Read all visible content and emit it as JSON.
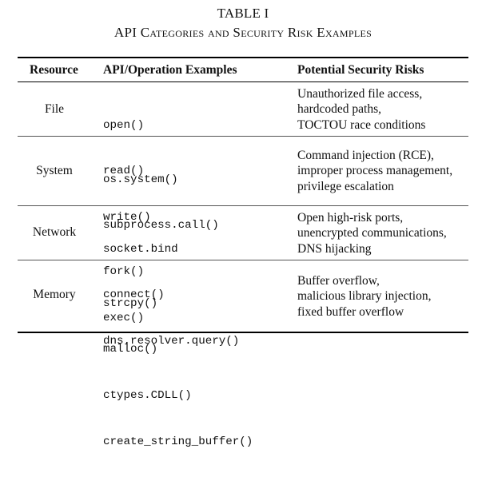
{
  "table": {
    "number": "TABLE I",
    "title": "API Categories and Security Risk Examples",
    "headers": {
      "resource": "Resource",
      "api": "API/Operation Examples",
      "risk": "Potential Security Risks"
    },
    "rows": [
      {
        "resource": "File",
        "apis": [
          "open()",
          "read()",
          "write()"
        ],
        "risks": [
          "Unauthorized file access,",
          "hardcoded paths,",
          "TOCTOU race conditions"
        ]
      },
      {
        "resource": "System",
        "apis": [
          "os.system()",
          "subprocess.call()",
          "fork()",
          "exec()"
        ],
        "risks": [
          "Command injection (RCE),",
          "improper process management,",
          "privilege escalation"
        ]
      },
      {
        "resource": "Network",
        "apis": [
          "socket.bind",
          "connect()",
          "dns.resolver.query()"
        ],
        "risks": [
          "Open high-risk ports,",
          "unencrypted communications,",
          "DNS hijacking"
        ]
      },
      {
        "resource": "Memory",
        "apis": [
          "strcpy()",
          "malloc()",
          "ctypes.CDLL()",
          "create_string_buffer()"
        ],
        "risks": [
          "Buffer overflow,",
          "malicious library injection,",
          "fixed buffer overflow"
        ]
      }
    ]
  }
}
